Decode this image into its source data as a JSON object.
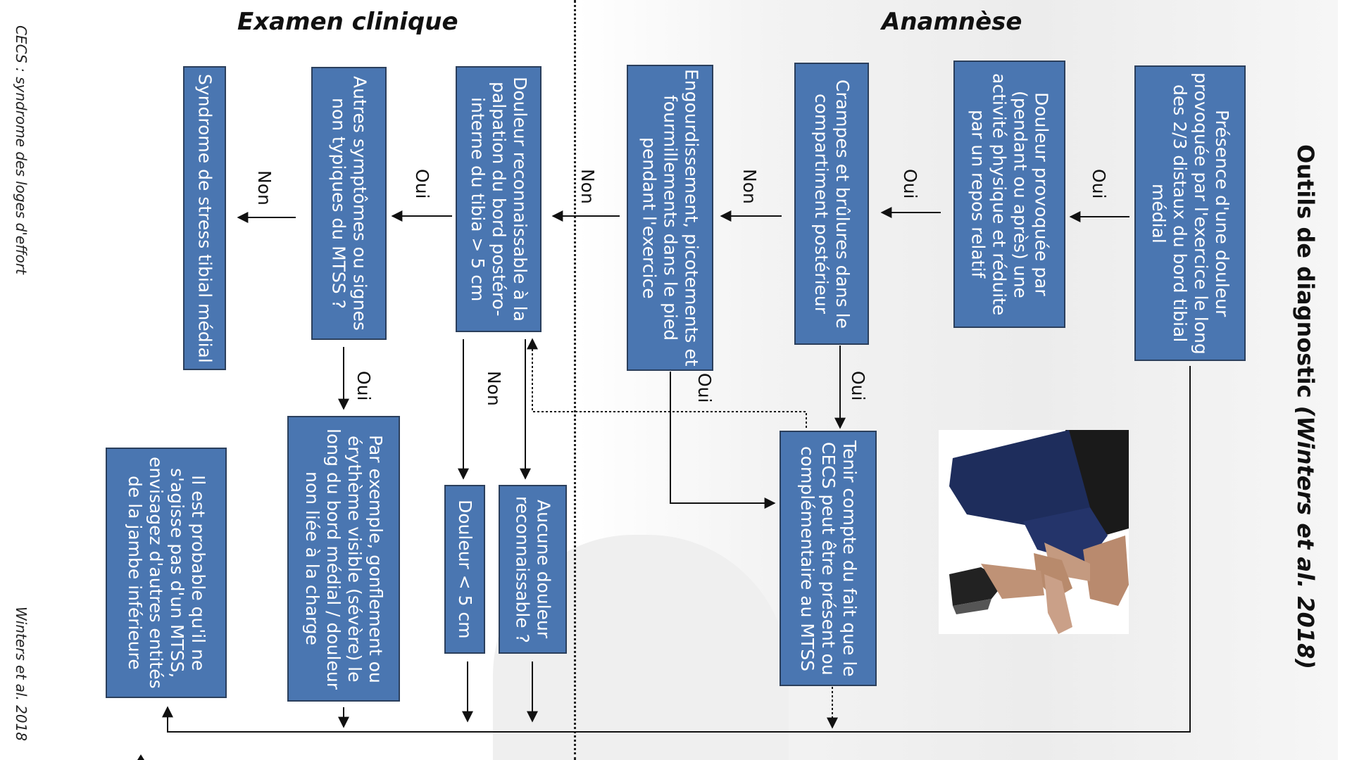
{
  "headings": {
    "examen": "Examen clinique",
    "anamnese": "Anamnèse"
  },
  "title": {
    "main": "Outils de diagnostic ",
    "ref": "(Winters et al. 2018)"
  },
  "side_notes": {
    "left_top": "CECS :  syndrome des loges d'effort",
    "left_bottom": "Winters et al. 2018"
  },
  "boxes": {
    "presence": "Présence d'une douleur provoquée par l'exercice le long des 2/3 distaux du bord tibial médial",
    "douleur_provoquee": "Douleur provoquée par (pendant ou après) une activité physique et réduite par un repos relatif",
    "crampes": "Crampes et brûlures dans le compartiment postérieur",
    "engourdissement": "Engourdissement, picotements et fourmillements dans le pied pendant l'exercice",
    "tenir_compte": "Tenir compte du fait que le CECS peut être présent ou complémentaire au MTSS",
    "douleur_reconnaissable": "Douleur reconnaissable à la palpation du bord postéro-interne du tibia > 5 cm",
    "autres_symptomes": "Autres symptômes ou signes non typiques du MTSS ?",
    "syndrome": "Syndrome de stress tibial médial",
    "par_exemple": "Par exemple, gonflement ou érythème visible (sévère) le long du bord médial / douleur non liée à la charge",
    "aucune_douleur": "Aucune douleur reconnaissable ?",
    "douleur_5cm": "Douleur < 5 cm",
    "il_est_probable": "Il est probable qu'il ne s'agisse pas d'un MTSS, envisagez d'autres entités de la jambe inférieure"
  },
  "labels": {
    "oui_1": "Oui",
    "oui_2": "Oui",
    "oui_3": "Oui",
    "oui_4": "Oui",
    "oui_5": "Oui",
    "oui_6": "Oui",
    "non_1": "Non",
    "non_2": "Non",
    "non_3": "Non",
    "non_4": "Non"
  },
  "colors": {
    "box_fill": "#4a76b1",
    "box_border": "#2b3f5c",
    "box_text": "#ffffff",
    "line": "#111111"
  },
  "icons": {
    "photo": "person-stretching-leg-image"
  }
}
